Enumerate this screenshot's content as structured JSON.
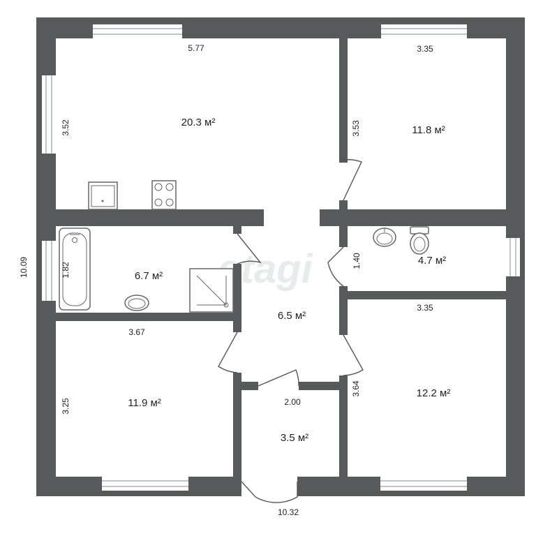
{
  "plan": {
    "watermark": "etagi",
    "total_height": "10.09",
    "total_width": "10.32",
    "rooms": [
      {
        "id": "living-kitchen",
        "area": "20.3 м²"
      },
      {
        "id": "bedroom-top-right",
        "area": "11.8 м²"
      },
      {
        "id": "bathroom",
        "area": "6.7 м²"
      },
      {
        "id": "toilet",
        "area": "4.7 м²"
      },
      {
        "id": "hall",
        "area": "6.5 м²"
      },
      {
        "id": "bedroom-bottom-left",
        "area": "11.9 м²"
      },
      {
        "id": "vestibule",
        "area": "3.5 м²"
      },
      {
        "id": "bedroom-bottom-right",
        "area": "12.2 м²"
      }
    ],
    "dimensions": {
      "living_width": "5.77",
      "living_height": "3.52",
      "bedroom_tr_width": "3.35",
      "bedroom_tr_height": "3.53",
      "bathroom_height": "1.82",
      "toilet_height": "1.40",
      "bedroom_bl_width": "3.67",
      "bedroom_bl_height": "3.25",
      "vestibule_width": "2.00",
      "bedroom_br_width": "3.35",
      "bedroom_br_height": "3.64"
    }
  },
  "colors": {
    "wall": "#58595b",
    "background": "#ffffff"
  }
}
